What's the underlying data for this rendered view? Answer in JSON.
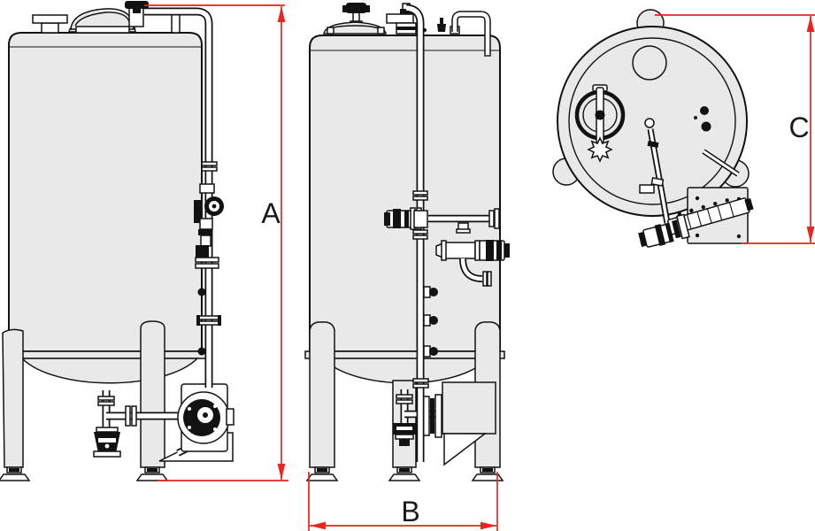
{
  "drawing": {
    "dimension_labels": {
      "a": "A",
      "b": "B",
      "c": "C"
    },
    "colors": {
      "dimension": "#e8261f",
      "outline": "#121212",
      "fill_light": "#e9e9e9",
      "background": "#ffffff"
    }
  }
}
